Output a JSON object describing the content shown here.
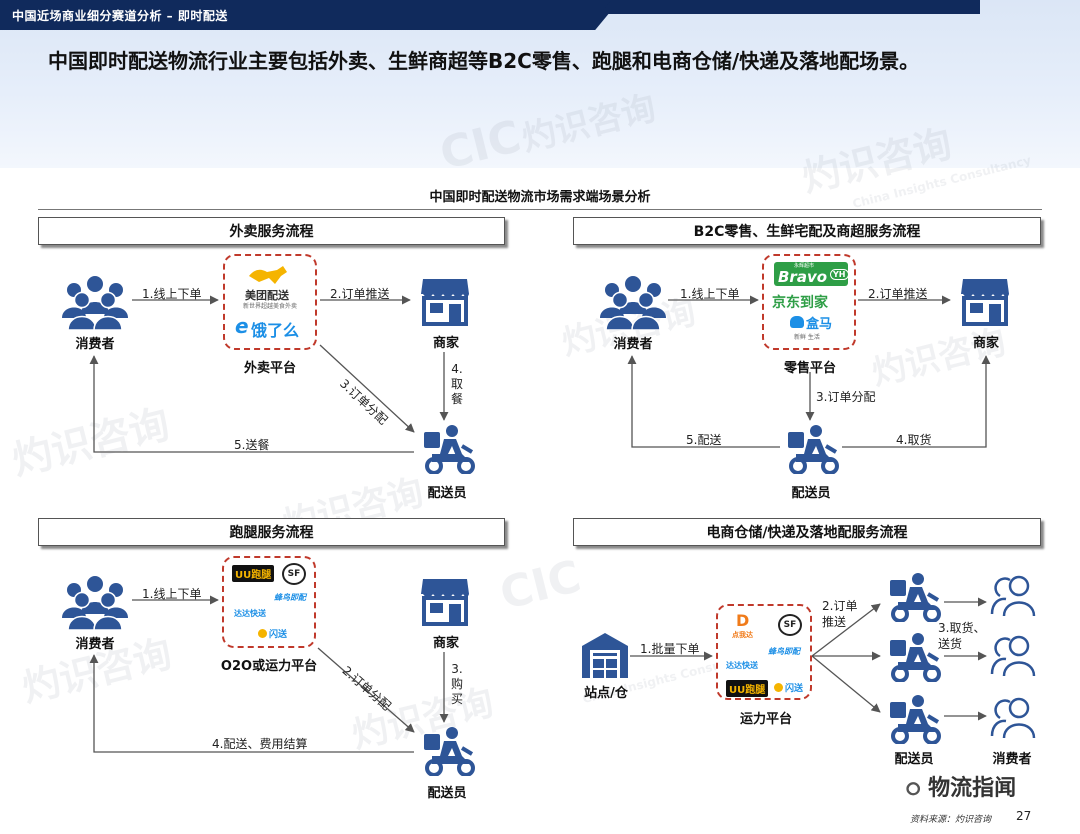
{
  "header": {
    "breadcrumb": "中国近场商业细分赛道分析 – 即时配送"
  },
  "headline": "中国即时配送物流行业主要包括外卖、生鲜商超等B2C零售、跑腿和电商仓储/快递及落地配场景。",
  "chart_title": "中国即时配送物流市场需求端场景分析",
  "panels": {
    "p1": {
      "title": "外卖服务流程",
      "consumer": "消费者",
      "platform": "外卖平台",
      "merchant": "商家",
      "courier": "配送员",
      "s1": "1.线上下单",
      "s2": "2.订单推送",
      "s3": "3.订单分配",
      "s4": "4.取餐",
      "s5": "5.送餐",
      "logo_meituan": "美团配送",
      "logo_meituan_sub": "新世界超越美食外卖",
      "logo_eleme": "饿了么"
    },
    "p2": {
      "title": "B2C零售、生鲜宅配及商超服务流程",
      "consumer": "消费者",
      "platform": "零售平台",
      "merchant": "商家",
      "courier": "配送员",
      "s1": "1.线上下单",
      "s2": "2.订单推送",
      "s3": "3.订单分配",
      "s4": "4.取货",
      "s5": "5.配送",
      "logo_bravo_top": "永辉超市",
      "logo_bravo": "Bravo",
      "logo_yh": "YH",
      "logo_jd": "京东到家",
      "logo_hema": "盒马",
      "logo_hema_sub": "新鲜 生活"
    },
    "p3": {
      "title": "跑腿服务流程",
      "consumer": "消费者",
      "platform": "O2O或运力平台",
      "merchant": "商家",
      "courier": "配送员",
      "s1": "1.线上下单",
      "s2": "2.订单分配",
      "s3": "3.购买",
      "s4": "4.配送、费用结算",
      "logo_uu": "UU跑腿",
      "logo_sf": "SF",
      "logo_fengniao": "蜂鸟即配",
      "logo_dada": "达达快送",
      "logo_shansong": "闪送"
    },
    "p4": {
      "title": "电商仓储/快递及落地配服务流程",
      "warehouse": "站点/仓",
      "platform": "运力平台",
      "courier": "配送员",
      "consumer": "消费者",
      "s1": "1.批量下单",
      "s2": "2.订单推送",
      "s3": "3.取货、送货",
      "logo_dianwoda": "点我达",
      "logo_sf": "SF",
      "logo_fengniao": "蜂鸟即配",
      "logo_dada": "达达快送",
      "logo_uu": "UU跑腿",
      "logo_shansong": "闪送"
    }
  },
  "footer": {
    "source": "资料来源：灼识咨询",
    "page": "27",
    "social": "物流指闻"
  },
  "watermarks": {
    "cic": "CIC",
    "cn": "灼识咨询",
    "en": "China Insights Consultancy"
  },
  "colors": {
    "navy": "#102a5c",
    "icon_blue": "#2e5597",
    "dash_red": "#c0392b",
    "meituan_yellow": "#f5b400",
    "eleme_blue": "#1c8fe6",
    "jd_green": "#2e9e46"
  }
}
